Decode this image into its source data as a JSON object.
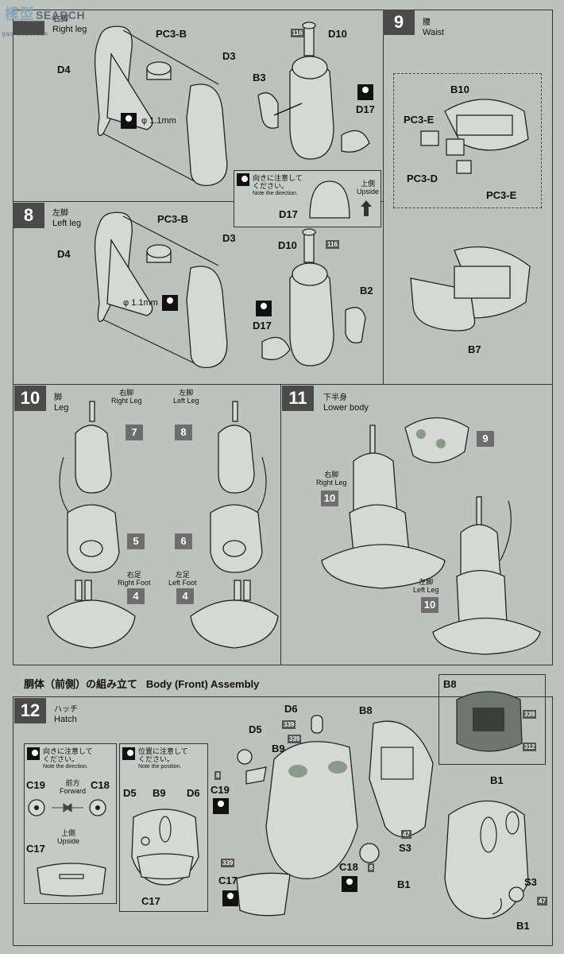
{
  "watermark": {
    "cn": "模型",
    "text": "SEARCH",
    "url": "gao-shan.com"
  },
  "step7": {
    "jp": "右脚",
    "label": "Right leg",
    "parts": [
      "PC3-B",
      "D3",
      "D4",
      "D10",
      "B3",
      "D17"
    ],
    "dia": "φ 1.1mm",
    "tag": "116"
  },
  "step8": {
    "num": "8",
    "jp": "左脚",
    "label": "Left leg",
    "parts": [
      "PC3-B",
      "D3",
      "D4",
      "D10",
      "B2",
      "D17"
    ],
    "dia": "φ 1.1mm",
    "tag": "116"
  },
  "step9": {
    "num": "9",
    "jp": "腰",
    "label": "Waist",
    "parts": [
      "B10",
      "PC3-E",
      "PC3-D",
      "PC3-E",
      "B7"
    ]
  },
  "note_d17": {
    "jp1": "向きに注意して",
    "jp2": "ください。",
    "en": "Note the direction.",
    "part": "D17",
    "up_jp": "上側",
    "up_en": "Upside"
  },
  "step10": {
    "num": "10",
    "jp": "脚",
    "label": "Leg",
    "right_leg_jp": "右脚",
    "right_leg": "Right Leg",
    "left_leg_jp": "左脚",
    "left_leg": "Left Leg",
    "right_foot_jp": "右足",
    "right_foot": "Right Foot",
    "left_foot_jp": "左足",
    "left_foot": "Left Foot",
    "refs": [
      "7",
      "8",
      "5",
      "6",
      "4",
      "4"
    ]
  },
  "step11": {
    "num": "11",
    "jp": "下半身",
    "label": "Lower body",
    "right_leg_jp": "右脚",
    "right_leg": "Right Leg",
    "left_leg_jp": "左脚",
    "left_leg": "Left Leg",
    "refs": [
      "9",
      "10",
      "10"
    ]
  },
  "section": {
    "jp": "胴体（前側）の組み立て",
    "en": "Body (Front) Assembly"
  },
  "step12": {
    "num": "12",
    "jp": "ハッチ",
    "label": "Hatch",
    "note1": {
      "jp1": "向きに注意して",
      "jp2": "ください。",
      "en": "Note the direction.",
      "c19": "C19",
      "c18": "C18",
      "fwd_jp": "前方",
      "fwd": "Forward",
      "c17": "C17",
      "up_jp": "上側",
      "up": "Upside"
    },
    "note2": {
      "jp1": "位置に注意して",
      "jp2": "ください。",
      "en": "Note the position.",
      "d5": "D5",
      "b9": "B9",
      "d6": "D6",
      "c17": "C17"
    },
    "parts": [
      "D6",
      "D5",
      "B9",
      "B8",
      "C19",
      "C17",
      "C18",
      "B1",
      "S3",
      "S3",
      "B1",
      "B1"
    ],
    "tags": [
      "339",
      "339",
      "8",
      "339",
      "8",
      "47",
      "47",
      "339",
      "312"
    ],
    "inset": "B8"
  }
}
